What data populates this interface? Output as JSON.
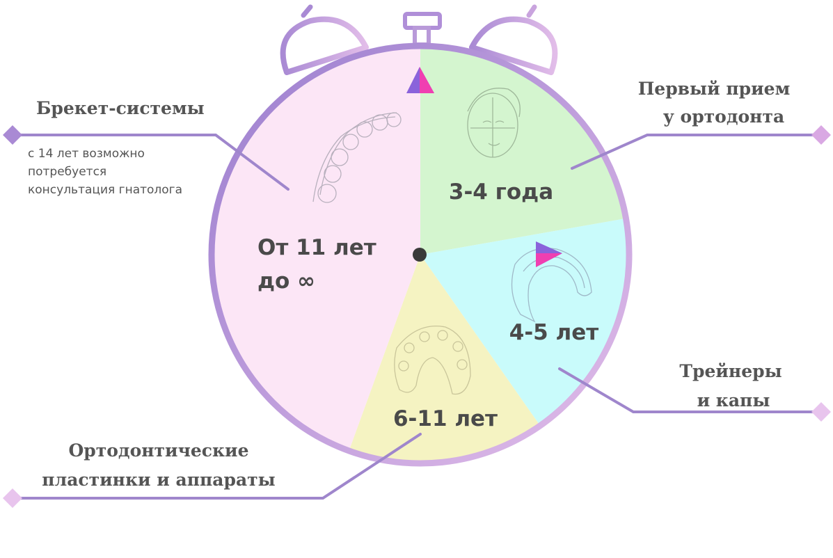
{
  "segments": [
    {
      "id": "first-visit",
      "label": "3-4 года",
      "color": "#d4f5cf"
    },
    {
      "id": "trainers",
      "label": "4-5 лет",
      "color": "#c9fbfb"
    },
    {
      "id": "plates",
      "label": "6-11 лет",
      "color": "#f5f3c2"
    },
    {
      "id": "braces",
      "label_line1": "От 11 лет",
      "label_line2": "до ∞",
      "color": "#fce6f6"
    }
  ],
  "callouts": {
    "braces": {
      "title": "Брекет-системы",
      "note_lines": [
        "с 14 лет возможно",
        "потребуется",
        "консультация гнатолога"
      ]
    },
    "first_visit": {
      "title_lines": [
        "Первый прием",
        "у ортодонта"
      ]
    },
    "trainers": {
      "title_lines": [
        "Трейнеры",
        "и капы"
      ]
    },
    "plates": {
      "title_lines": [
        "Ортодонтические",
        "пластинки и аппараты"
      ]
    }
  },
  "colors": {
    "rim": "#a98ad4",
    "rim_light": "#dbb6e6",
    "hand_top": "#8a63db",
    "hand_tip": "#f03fb1",
    "connector": "#9f86cc",
    "diamond": "#e3bce9"
  },
  "icons": [
    "child-face-icon",
    "trainer-mouthguard-icon",
    "orthodontic-plate-icon",
    "braces-teeth-icon"
  ]
}
